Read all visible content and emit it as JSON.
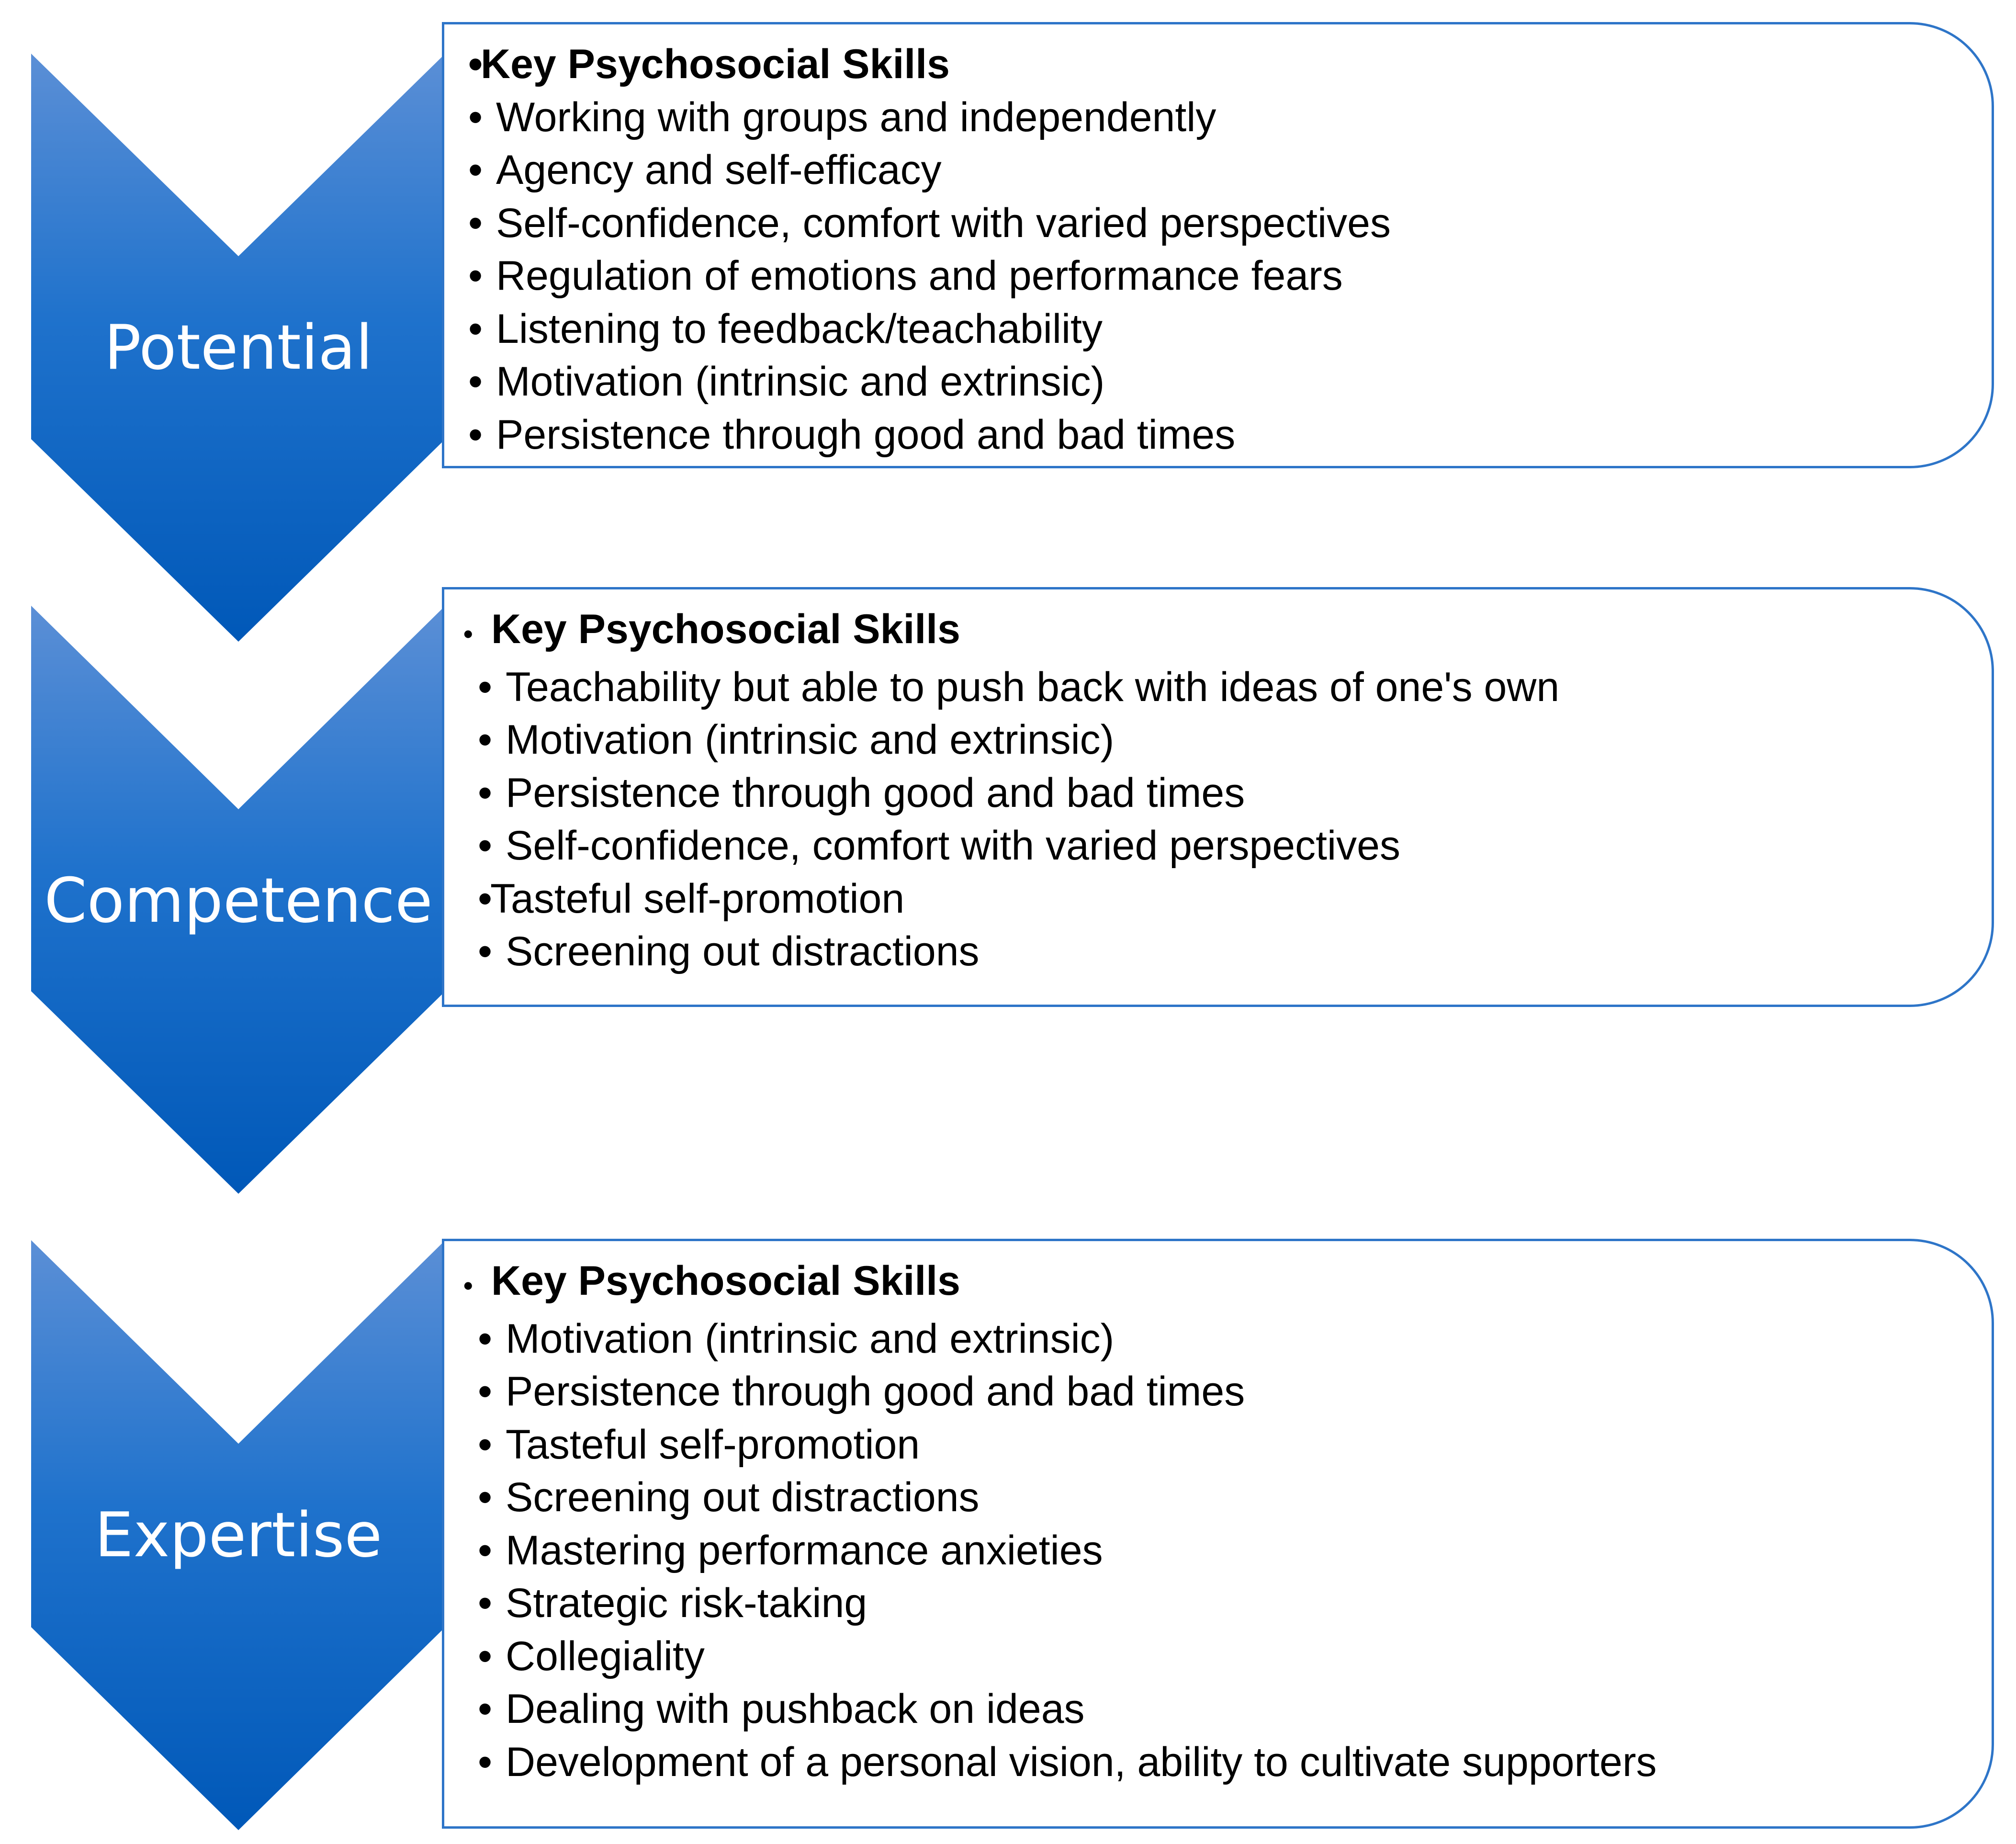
{
  "stages": [
    {
      "label": "Potential",
      "heading": "Key Psychosocial Skills",
      "items": [
        "Working with groups and independently",
        "Agency and self-efficacy",
        "Self-confidence, comfort with varied perspectives",
        "Regulation of emotions and performance fears",
        "Listening to feedback/teachability",
        "Motivation (intrinsic and extrinsic)",
        "Persistence through good and bad times"
      ]
    },
    {
      "label": "Competence",
      "heading": "Key Psychosocial Skills",
      "items": [
        "Teachability but able to push back with ideas of one's own",
        "Motivation (intrinsic and extrinsic)",
        "Persistence through good and bad times",
        "Self-confidence, comfort with varied perspectives",
        "Tasteful self-promotion",
        "Screening out distractions"
      ]
    },
    {
      "label": "Expertise",
      "heading": "Key Psychosocial Skills",
      "items": [
        "Motivation (intrinsic and extrinsic)",
        "Persistence through good and bad times",
        "Tasteful self-promotion",
        "Screening out distractions",
        "Mastering performance anxieties",
        "Strategic risk-taking",
        "Collegiality",
        "Dealing with pushback on ideas",
        "Development of a personal vision, ability to cultivate supporters"
      ]
    }
  ],
  "colors": {
    "chevron_top": "#5b8fd6",
    "chevron_bottom": "#0060c0",
    "box_border": "#2e75c8"
  }
}
